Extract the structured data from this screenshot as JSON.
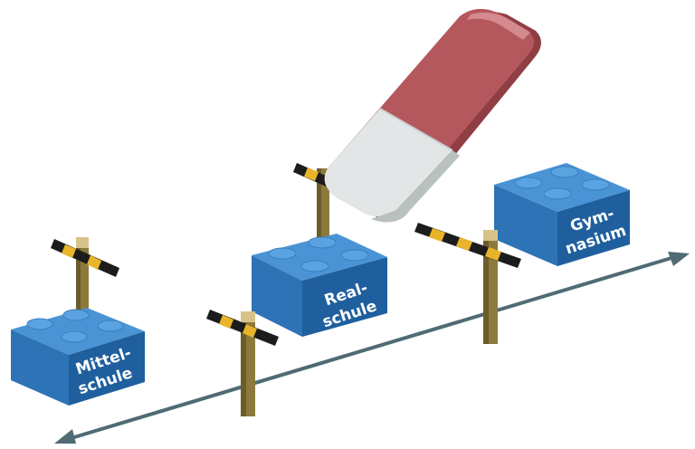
{
  "bricks": [
    {
      "line1": "Mittel-",
      "line2": "schule"
    },
    {
      "line1": "Real-",
      "line2": "schule"
    },
    {
      "line1": "Gym-",
      "line2": "nasium"
    }
  ],
  "colors": {
    "brick_top": "#4a94d6",
    "brick_left": "#2e73b6",
    "brick_right": "#1f5f9e",
    "post_front": "#8c7a3c",
    "post_side": "#6b5d2a",
    "barrier_yellow": "#e8b52a",
    "barrier_black": "#1c1c1c",
    "eraser_red": "#b5585e",
    "eraser_white": "#e3e6e6",
    "axis": "#4f6b74"
  },
  "icons": [
    "lego-brick-icon",
    "barrier-gate-icon",
    "eraser-icon",
    "double-arrow-axis-icon"
  ]
}
